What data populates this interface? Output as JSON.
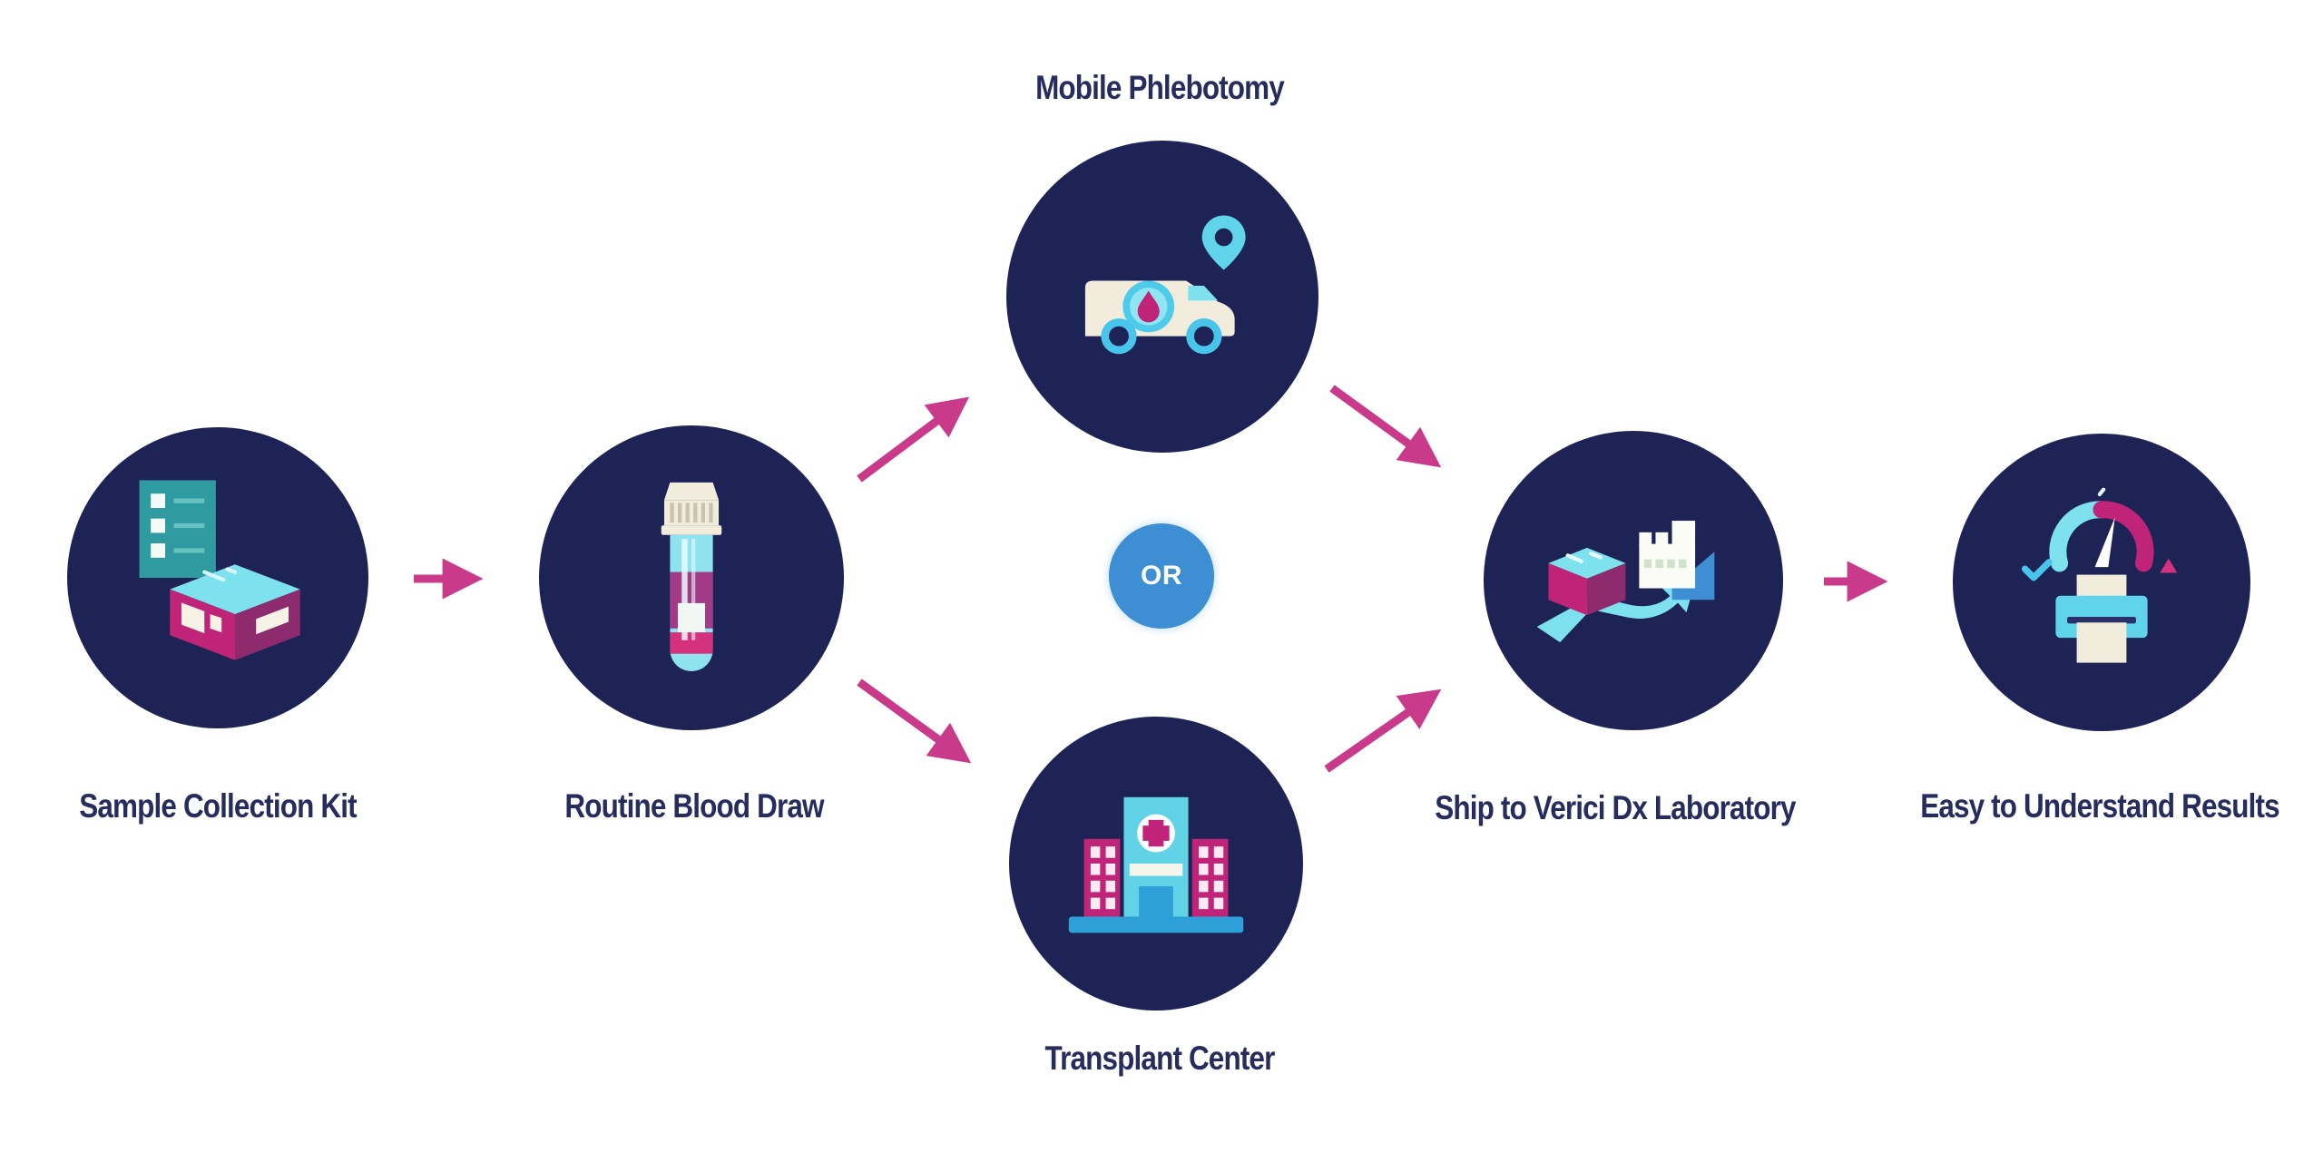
{
  "diagram": {
    "nodes": [
      {
        "id": "sample-collection-kit",
        "label": "Sample Collection Kit",
        "icon": "collection-kit-icon"
      },
      {
        "id": "routine-blood-draw",
        "label": "Routine Blood Draw",
        "icon": "blood-tube-icon"
      },
      {
        "id": "mobile-phlebotomy",
        "label": "Mobile Phlebotomy",
        "icon": "phlebotomy-van-icon"
      },
      {
        "id": "or-connector",
        "label": "OR"
      },
      {
        "id": "transplant-center",
        "label": "Transplant Center",
        "icon": "hospital-icon"
      },
      {
        "id": "ship-to-lab",
        "label": "Ship to Verici Dx Laboratory",
        "icon": "package-to-lab-icon"
      },
      {
        "id": "results",
        "label": "Easy to Understand Results",
        "icon": "gauge-printer-icon"
      }
    ],
    "connections": [
      {
        "from": "sample-collection-kit",
        "to": "routine-blood-draw"
      },
      {
        "from": "routine-blood-draw",
        "to": "mobile-phlebotomy"
      },
      {
        "from": "routine-blood-draw",
        "to": "transplant-center"
      },
      {
        "from": "mobile-phlebotomy",
        "to": "ship-to-lab"
      },
      {
        "from": "transplant-center",
        "to": "ship-to-lab"
      },
      {
        "from": "ship-to-lab",
        "to": "results"
      }
    ]
  },
  "colors": {
    "background": "#ffffff",
    "circle": "#1d2355",
    "label_text": "#262c5e",
    "arrow": "#c93a8a",
    "or_badge": "#3e8ed3",
    "or_text": "#ffffff",
    "cyan_light": "#7de1ee",
    "cyan_mid": "#52c8e8",
    "blue": "#2f9fd8",
    "teal": "#2f9aa0",
    "magenta": "#c02478",
    "purple_dark": "#8e2a6e",
    "cream": "#f2ecdc",
    "pink_stripe": "#d6317e"
  }
}
